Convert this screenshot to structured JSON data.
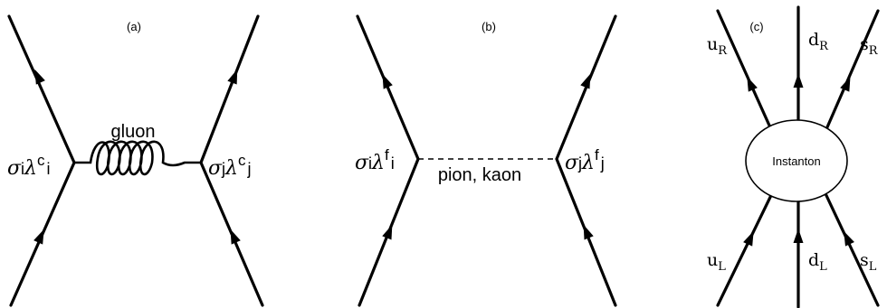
{
  "panels": [
    {
      "label": "(a)",
      "exchange_label": "gluon",
      "left_vertex": {
        "sigma": "σ",
        "sigma_sub": "i",
        "lambda": "λ",
        "lambda_sup": "c",
        "lambda_sub": "i"
      },
      "right_vertex": {
        "sigma": "σ",
        "sigma_sub": "j",
        "lambda": "λ",
        "lambda_sup": "c",
        "lambda_sub": "j"
      }
    },
    {
      "label": "(b)",
      "exchange_label": "pion, kaon",
      "left_vertex": {
        "sigma": "σ",
        "sigma_sub": "i",
        "lambda": "λ",
        "lambda_sup": "f",
        "lambda_sub": "i"
      },
      "right_vertex": {
        "sigma": "σ",
        "sigma_sub": "j",
        "lambda": "λ",
        "lambda_sup": "f",
        "lambda_sub": "j"
      }
    },
    {
      "label": "(c)",
      "blob_label": "Instanton",
      "quarks_out": [
        {
          "name": "u",
          "sub": "R"
        },
        {
          "name": "d",
          "sub": "R"
        },
        {
          "name": "s",
          "sub": "R"
        }
      ],
      "quarks_in": [
        {
          "name": "u",
          "sub": "L"
        },
        {
          "name": "d",
          "sub": "L"
        },
        {
          "name": "s",
          "sub": "L"
        }
      ]
    }
  ]
}
